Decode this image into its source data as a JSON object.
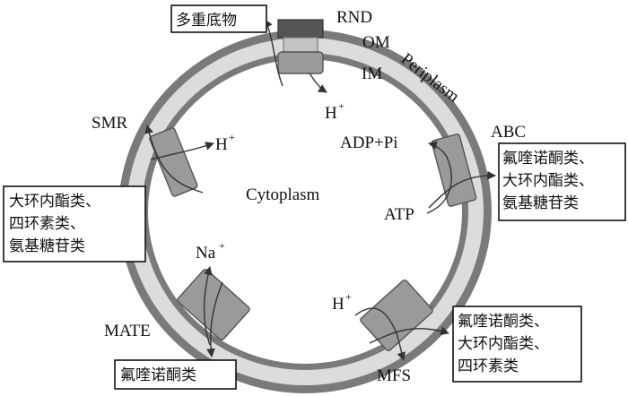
{
  "labels": {
    "rnd": "RND",
    "om": "OM",
    "im": "IM",
    "periplasm": "Periplasm",
    "cytoplasm": "Cytoplasm",
    "smr": "SMR",
    "abc": "ABC",
    "mate": "MATE",
    "mfs": "MFS",
    "h_plus_rnd": "H",
    "h_plus_smr": "H",
    "h_plus_mfs": "H",
    "na_plus": "Na",
    "plus": "+",
    "adp_pi": "ADP+Pi",
    "atp": "ATP"
  },
  "substrate_boxes": {
    "rnd": [
      "多重底物"
    ],
    "smr": [
      "大环内酯类、",
      "四环素类、",
      "氨基糖苷类"
    ],
    "abc": [
      "氟喹诺酮类、",
      "大环内酯类、",
      "氨基糖苷类"
    ],
    "mate": [
      "氟喹诺酮类"
    ],
    "mfs": [
      "氟喹诺酮类、",
      "大环内酯类、",
      "四环素类"
    ]
  },
  "colors": {
    "outer_ring": "#7a7a7a",
    "periplasm": "#dcdcdc",
    "pump": "#9a9a9a",
    "rnd_top": "#555555"
  }
}
